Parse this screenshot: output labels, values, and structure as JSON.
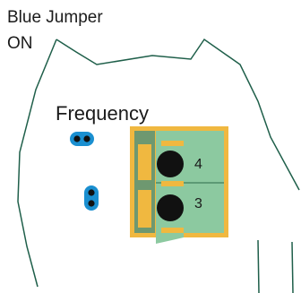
{
  "labels": {
    "jumper_line1": "Blue Jumper",
    "jumper_line2": "ON",
    "frequency": "Frequency"
  },
  "terminals": [
    {
      "number": "4"
    },
    {
      "number": "3"
    }
  ],
  "colors": {
    "outline": "#1f5f4a",
    "jumper_blue": "#1a8fd0",
    "terminal_green": "#8cc9a0",
    "terminal_gold": "#f0b840",
    "contact_black": "#111111"
  }
}
